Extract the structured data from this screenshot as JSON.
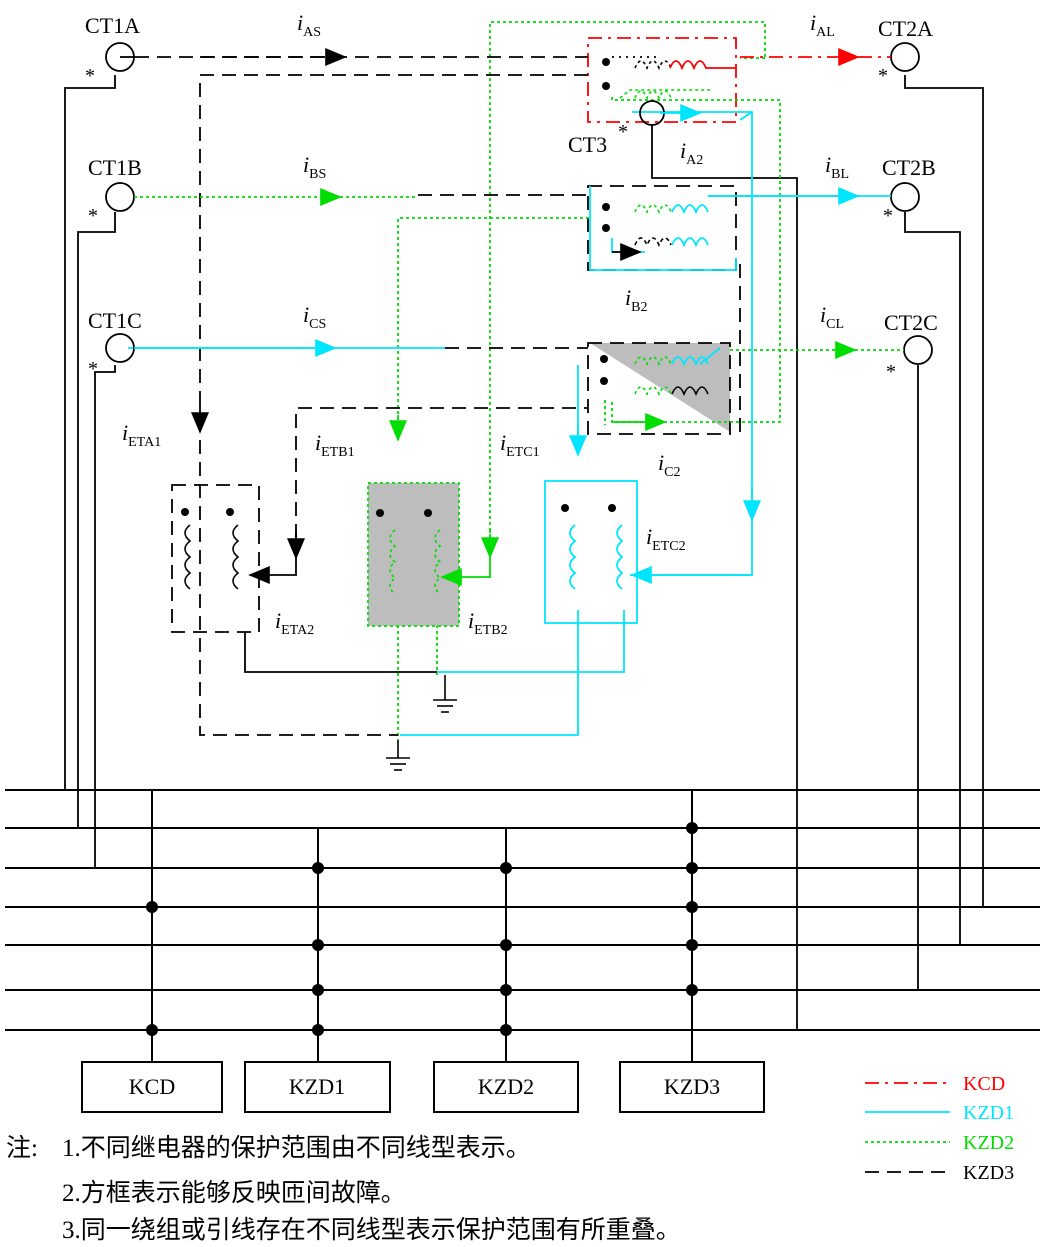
{
  "cts": {
    "ct1a": "CT1A",
    "ct1b": "CT1B",
    "ct1c": "CT1C",
    "ct2a": "CT2A",
    "ct2b": "CT2B",
    "ct2c": "CT2C",
    "ct3": "CT3",
    "star": "*"
  },
  "currents": {
    "i": "i",
    "as": "AS",
    "bs": "BS",
    "cs": "CS",
    "al": "AL",
    "bl": "BL",
    "cl": "CL",
    "a2": "A2",
    "b2": "B2",
    "c2": "C2",
    "eta1": "ETA1",
    "eta2": "ETA2",
    "etb1": "ETB1",
    "etb2": "ETB2",
    "etc1": "ETC1",
    "etc2": "ETC2"
  },
  "relays": {
    "kcd": "KCD",
    "kzd1": "KZD1",
    "kzd2": "KZD2",
    "kzd3": "KZD3"
  },
  "legend": [
    {
      "label": "KCD",
      "color": "#ff0000",
      "dash": "14 6 3 6"
    },
    {
      "label": "KZD1",
      "color": "#00e5ff",
      "dash": ""
    },
    {
      "label": "KZD2",
      "color": "#00dd00",
      "dash": "3 3"
    },
    {
      "label": "KZD3",
      "color": "#000000",
      "dash": "14 8"
    }
  ],
  "colors": {
    "kcd": "#ff0000",
    "kzd1": "#00e5ff",
    "kzd2": "#00dd00",
    "kzd3": "#000000",
    "shade": "#bdbdbd"
  },
  "notes": {
    "prefix": "注:",
    "n1": "1.不同继电器的保护范围由不同线型表示。",
    "n2": "2.方框表示能够反映匝间故障。",
    "n3": "3.同一绕组或引线存在不同线型表示保护范围有所重叠。"
  }
}
